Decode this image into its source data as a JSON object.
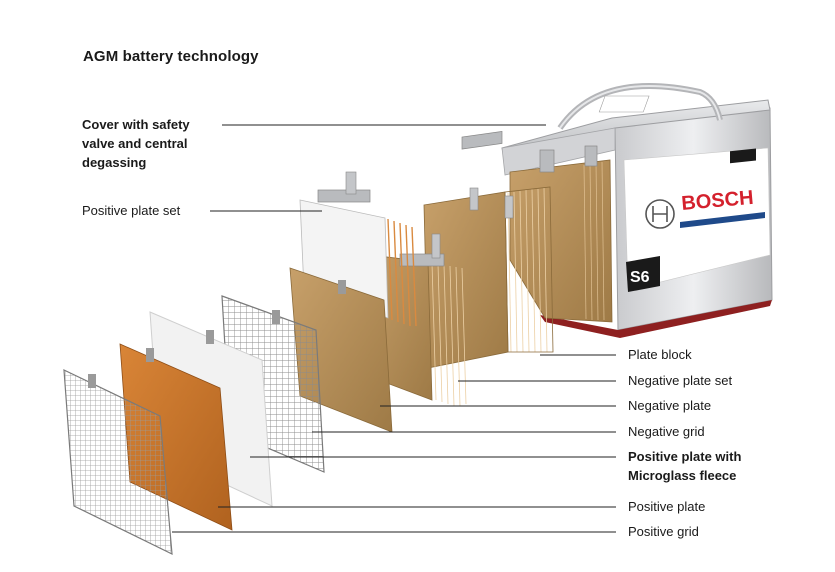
{
  "title": "AGM battery technology",
  "brand": {
    "logo_text": "BOSCH",
    "model_badge": "S6",
    "brand_color": "#d4212d"
  },
  "labels_left": [
    {
      "id": "cover",
      "text": "Cover with safety valve and central degassing",
      "lines": [
        "Cover with safety",
        "valve and central",
        "degassing"
      ],
      "bold": true
    },
    {
      "id": "positive-plate-set",
      "text": "Positive plate set",
      "lines": [
        "Positive plate set"
      ],
      "bold": false
    }
  ],
  "labels_right": [
    {
      "id": "plate-block",
      "lines": [
        "Plate block"
      ],
      "bold": false
    },
    {
      "id": "negative-plate-set",
      "lines": [
        "Negative plate set"
      ],
      "bold": false
    },
    {
      "id": "negative-plate",
      "lines": [
        "Negative plate"
      ],
      "bold": false
    },
    {
      "id": "negative-grid",
      "lines": [
        "Negative grid"
      ],
      "bold": false
    },
    {
      "id": "positive-plate-microglass",
      "lines": [
        "Positive plate with",
        "Microglass fleece"
      ],
      "bold": true
    },
    {
      "id": "positive-plate",
      "lines": [
        "Positive plate"
      ],
      "bold": false
    },
    {
      "id": "positive-grid",
      "lines": [
        "Positive grid"
      ],
      "bold": false
    }
  ],
  "colors": {
    "text": "#1a1a1a",
    "leader_line": "#222222",
    "negative_plate": "#b58f58",
    "positive_plate": "#c8772e",
    "fleece": "#f2f2f2",
    "grid": "#8c8c8c",
    "battery_case": "#d8d9dc"
  }
}
